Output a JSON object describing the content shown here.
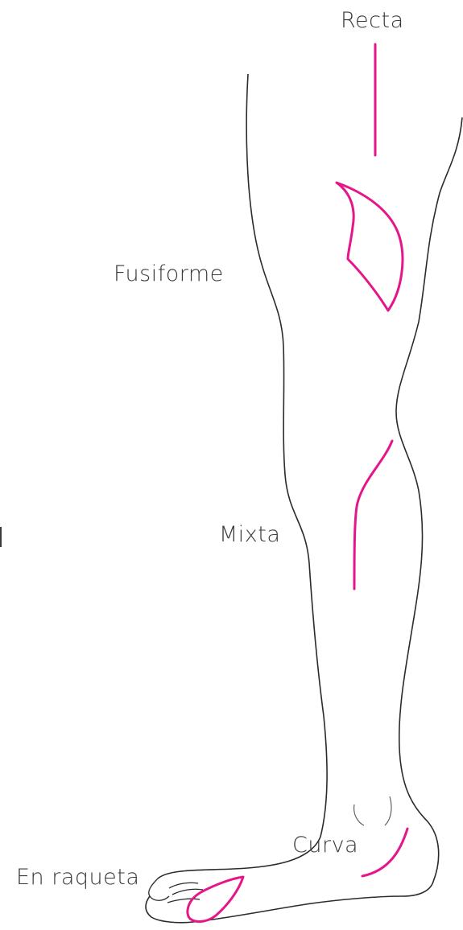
{
  "incision_labels": {
    "recta": "Recta",
    "fusiforme": "Fusiforme",
    "mixta": "Mixta",
    "curva": "Curva",
    "en_raqueta": "En raqueta"
  },
  "colors": {
    "incision": "#e5168a",
    "outline": "#2b2b2b",
    "label_text": "#3a3a3a"
  }
}
